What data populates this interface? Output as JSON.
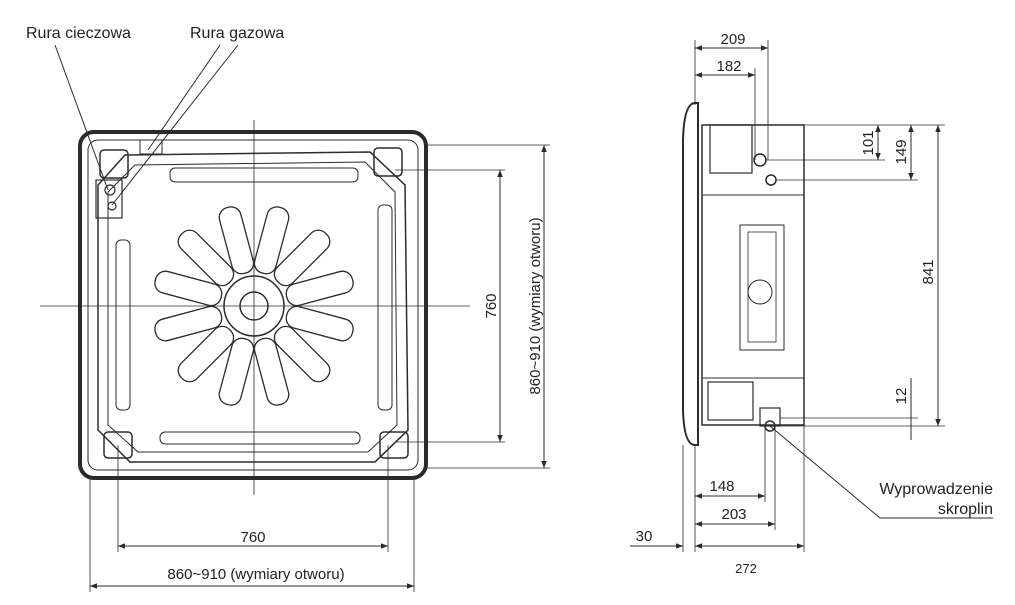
{
  "colors": {
    "line": "#2b2b2b",
    "background": "#ffffff"
  },
  "front_view": {
    "callouts": {
      "liquid_pipe": "Rura cieczowa",
      "gas_pipe": "Rura gazowa"
    },
    "dimensions": {
      "panel_width_inner": "760",
      "opening_width": "860~910 (wymiary otworu)",
      "panel_height_inner": "760",
      "opening_height": "860~910 (wymiary otworu)"
    }
  },
  "side_view": {
    "dimensions": {
      "d209": "209",
      "d182": "182",
      "d101": "101",
      "d149": "149",
      "d841": "841",
      "d12": "12",
      "d148": "148",
      "d203": "203",
      "d30": "30",
      "d272": "272"
    },
    "callouts": {
      "drain_line1": "Wyprowadzenie",
      "drain_line2": "skroplin"
    }
  }
}
